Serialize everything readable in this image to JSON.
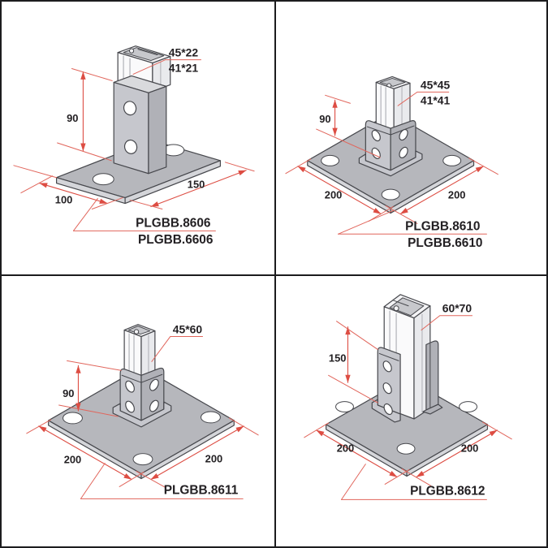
{
  "colors": {
    "accent_red": "#DD4D43",
    "drawing_gray": "#B6B7BC",
    "outline_dark": "#46474C",
    "text": "#232023",
    "grid_line": "#1C1C1E"
  },
  "panels": [
    {
      "part_number_primary": "PLGBB.8606",
      "part_number_secondary": "PLGBB.6606",
      "size_label_primary": "45*22",
      "size_label_secondary": "41*21",
      "height_dim": "90",
      "base_dim_left": "100",
      "base_dim_right": "150"
    },
    {
      "part_number_primary": "PLGBB.8610",
      "part_number_secondary": "PLGBB.6610",
      "size_label_primary": "45*45",
      "size_label_secondary": "41*41",
      "height_dim": "90",
      "base_dim_left": "200",
      "base_dim_right": "200"
    },
    {
      "part_number_primary": "PLGBB.8611",
      "size_label_primary": "45*60",
      "height_dim": "90",
      "base_dim_left": "200",
      "base_dim_right": "200"
    },
    {
      "part_number_primary": "PLGBB.8612",
      "size_label_primary": "60*70",
      "height_dim": "150",
      "base_dim_left": "200",
      "base_dim_right": "200"
    }
  ]
}
